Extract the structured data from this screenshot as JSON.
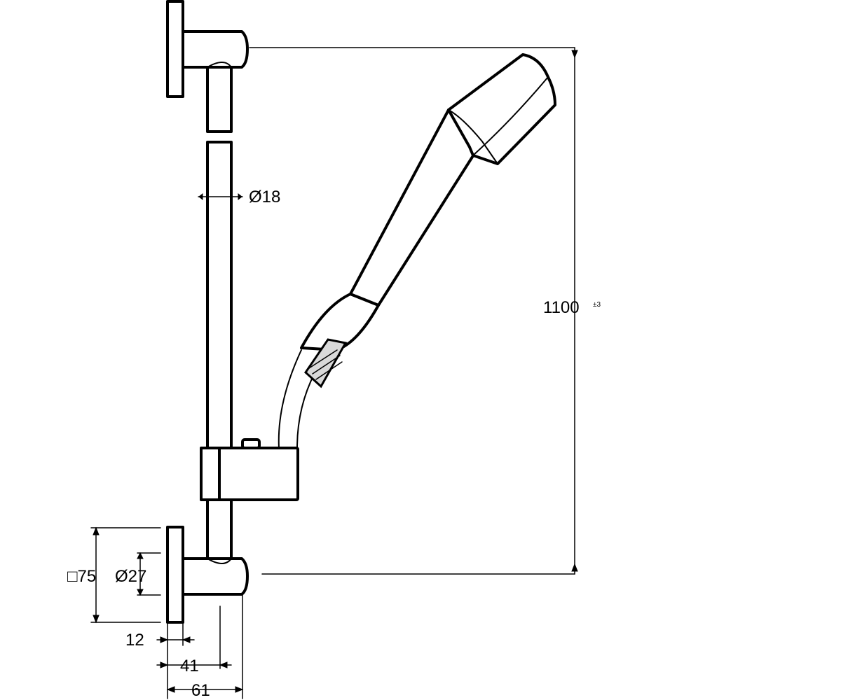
{
  "labels": {
    "bar_diameter": "Ø18",
    "height_main": "1100",
    "height_suffix": "±3",
    "square_size": "□75",
    "rose_diameter": "Ø27",
    "offset_12": "12",
    "offset_41": "41",
    "offset_61": "61"
  }
}
